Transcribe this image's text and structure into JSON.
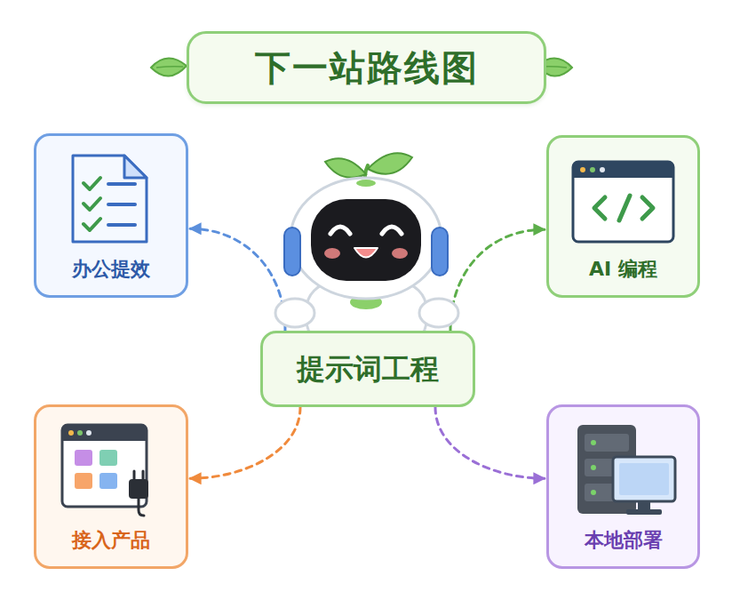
{
  "diagram": {
    "title": "下一站路线图",
    "nodes": [
      {
        "text": [
          "办公提效"
        ]
      },
      {
        "text": [
          "AI 编程"
        ]
      },
      {
        "text": [
          "提示词工程"
        ]
      },
      {
        "text": [
          "接入产品"
        ]
      },
      {
        "text": [
          "本地部署"
        ]
      }
    ],
    "edges": [
      {
        "from": 2,
        "to": 0,
        "arrow": "to"
      },
      {
        "from": 2,
        "to": 1,
        "arrow": "to"
      },
      {
        "from": 2,
        "to": 3,
        "arrow": "to"
      },
      {
        "from": 2,
        "to": 4,
        "arrow": "to"
      }
    ]
  }
}
